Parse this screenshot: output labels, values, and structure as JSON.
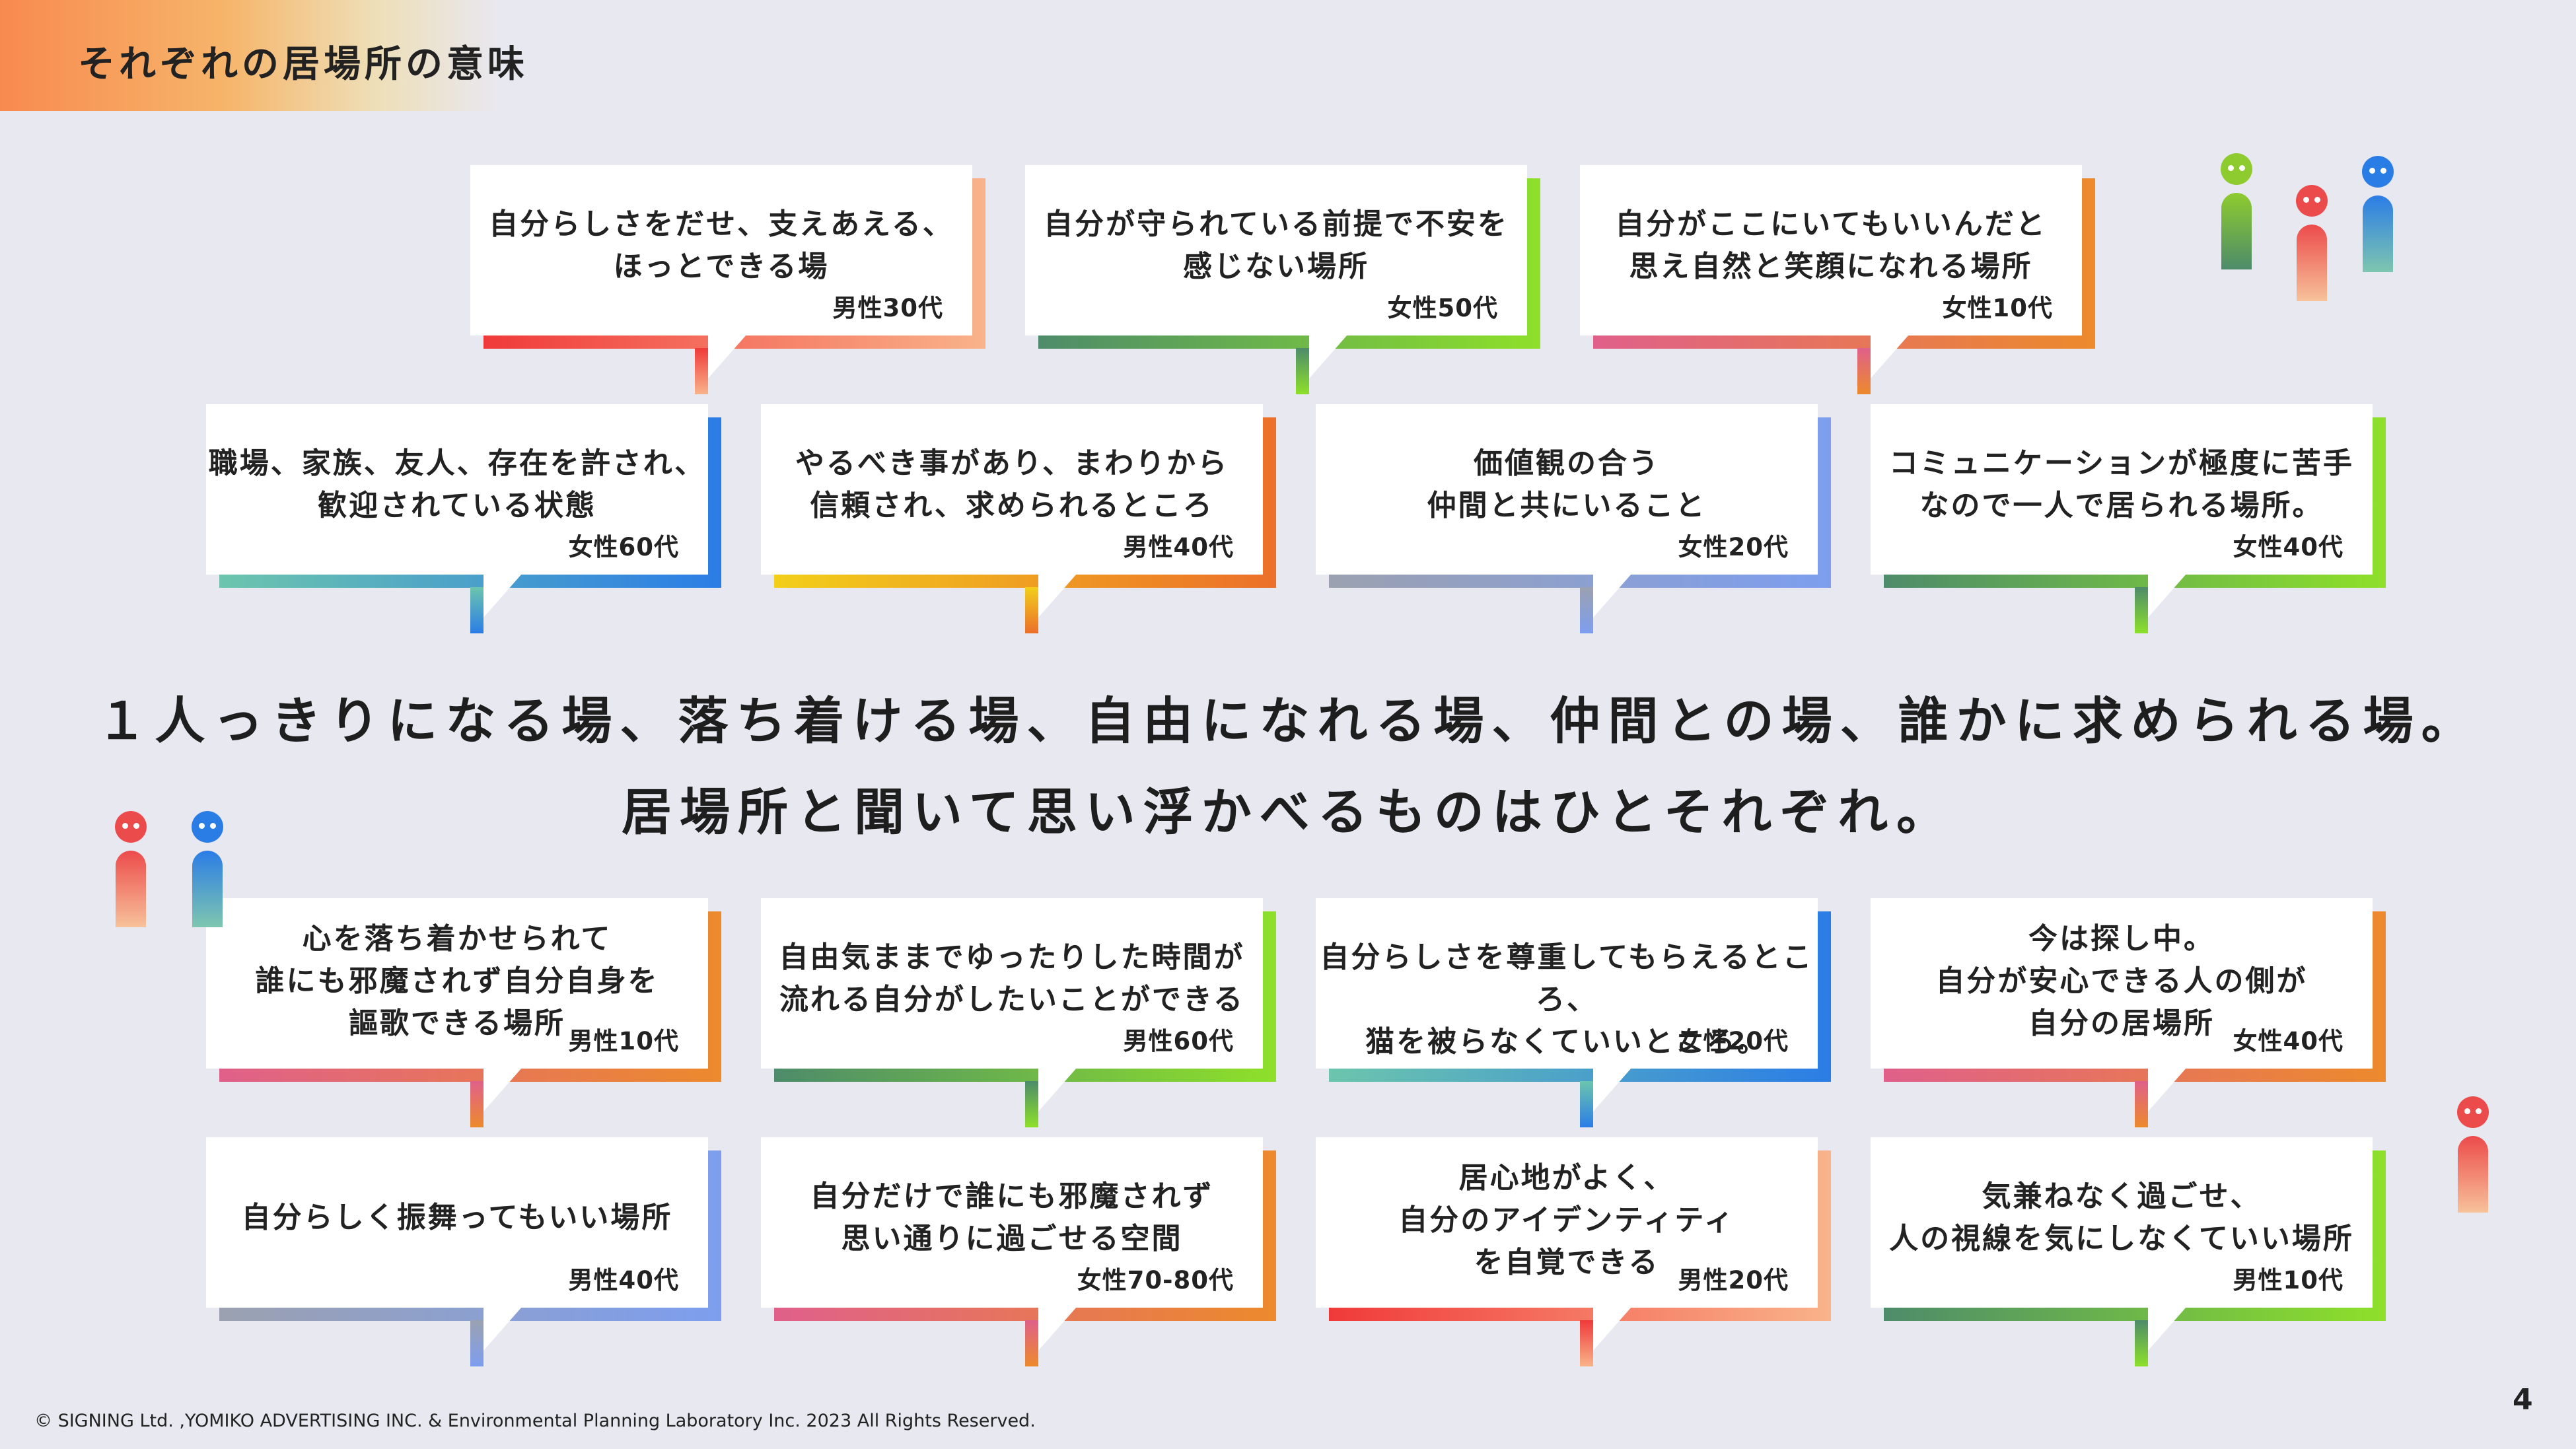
{
  "header": {
    "title": "それぞれの居場所の意味"
  },
  "main_message": {
    "line1": "１人っきりになる場、落ち着ける場、自由になれる場、仲間との場、誰かに求められる場。",
    "line2": "居場所と聞いて思い浮かべるものはひとそれぞれ。"
  },
  "cards": [
    {
      "quote": "自分らしさをだせ、支えあえる、\nほっとできる場",
      "attribution": "男性30代",
      "gradient": [
        "#f03a3a",
        "#f9b38a"
      ]
    },
    {
      "quote": "自分が守られている前提で不安を\n感じない場所",
      "attribution": "女性50代",
      "gradient": [
        "#4d8c6a",
        "#8ee02a"
      ]
    },
    {
      "quote": "自分がここにいてもいいんだと\n思え自然と笑顔になれる場所",
      "attribution": "女性10代",
      "gradient": [
        "#e0608a",
        "#ec8a2c"
      ]
    },
    {
      "quote": "職場、家族、友人、存在を許され、\n歓迎されている状態",
      "attribution": "女性60代",
      "gradient": [
        "#6cc5ad",
        "#2b7de6"
      ]
    },
    {
      "quote": "やるべき事があり、まわりから\n信頼され、求められるところ",
      "attribution": "男性40代",
      "gradient": [
        "#f2cf1a",
        "#ec6f2a"
      ]
    },
    {
      "quote": "価値観の合う\n仲間と共にいること",
      "attribution": "女性20代",
      "gradient": [
        "#9ba1b0",
        "#7d9eef"
      ]
    },
    {
      "quote": "コミュニケーションが極度に苦手\nなので一人で居られる場所。",
      "attribution": "女性40代",
      "gradient": [
        "#4d8c6a",
        "#8ee02a"
      ]
    },
    {
      "quote": "心を落ち着かせられて\n誰にも邪魔されず自分自身を\n謳歌できる場所",
      "attribution": "男性10代",
      "gradient": [
        "#e0608a",
        "#ec8a2c"
      ]
    },
    {
      "quote": "自由気ままでゆったりした時間が\n流れる自分がしたいことができる",
      "attribution": "男性60代",
      "gradient": [
        "#4d8c6a",
        "#8ee02a"
      ]
    },
    {
      "quote": "自分らしさを尊重してもらえるところ、\n猫を被らなくていいところ。",
      "attribution": "女性20代",
      "gradient": [
        "#6cc5ad",
        "#2b7de6"
      ]
    },
    {
      "quote": "今は探し中。\n自分が安心できる人の側が\n自分の居場所",
      "attribution": "女性40代",
      "gradient": [
        "#e0608a",
        "#ec8a2c"
      ]
    },
    {
      "quote": "自分らしく振舞ってもいい場所",
      "attribution": "男性40代",
      "gradient": [
        "#9ba1b0",
        "#7d9eef"
      ]
    },
    {
      "quote": "自分だけで誰にも邪魔されず\n思い通りに過ごせる空間",
      "attribution": "女性70-80代",
      "gradient": [
        "#e0608a",
        "#ec8a2c"
      ]
    },
    {
      "quote": "居心地がよく、\n自分のアイデンティティ\nを自覚できる",
      "attribution": "男性20代",
      "gradient": [
        "#f03a3a",
        "#f9b38a"
      ]
    },
    {
      "quote": "気兼ねなく過ごせ、\n人の視線を気にしなくていい場所",
      "attribution": "男性10代",
      "gradient": [
        "#4d8c6a",
        "#8ee02a"
      ]
    }
  ],
  "figures": [
    {
      "head": "#8ecb2e",
      "body": [
        "#8ecb2e",
        "#4d8c6a"
      ]
    },
    {
      "head": "#ec4b4b",
      "body": [
        "#ec4b4b",
        "#f7c29a"
      ]
    },
    {
      "head": "#2b7de6",
      "body": [
        "#2b7de6",
        "#7ec6b0"
      ]
    },
    {
      "head": "#ec4b4b",
      "body": [
        "#ec4b4b",
        "#f7c29a"
      ]
    },
    {
      "head": "#2b7de6",
      "body": [
        "#2b7de6",
        "#7ec6b0"
      ]
    },
    {
      "head": "#ec4b4b",
      "body": [
        "#ec4b4b",
        "#f7c29a"
      ]
    }
  ],
  "footer": {
    "copyright": "© SIGNING Ltd. ,YOMIKO ADVERTISING INC. & Environmental Planning Laboratory Inc. 2023 All Rights Reserved.",
    "page_number": "4"
  }
}
